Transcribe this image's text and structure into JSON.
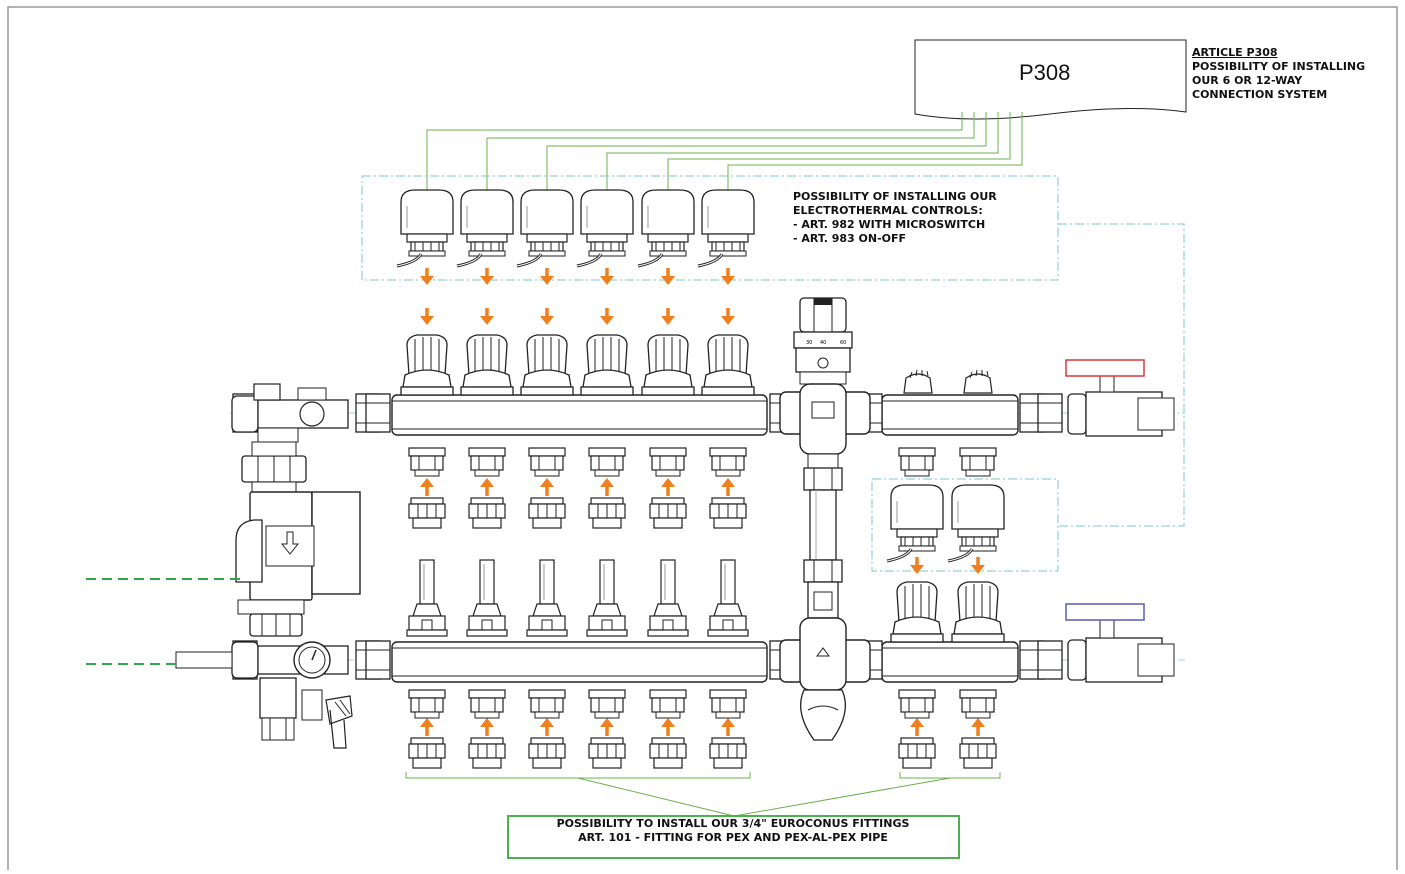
{
  "controller": {
    "model": "P308"
  },
  "article_note": {
    "title": "ARTICLE P308",
    "lines": [
      "POSSIBILITY OF INSTALLING",
      "OUR 6 OR 12-WAY",
      "CONNECTION SYSTEM"
    ]
  },
  "electrothermal_note": {
    "lines": [
      "POSSIBILITY OF INSTALLING OUR",
      "ELECTROTHERMAL CONTROLS:",
      "- ART. 982 WITH MICROSWITCH",
      "- ART. 983 ON-OFF"
    ]
  },
  "fittings_note": {
    "lines": [
      "POSSIBILITY TO INSTALL OUR 3/4\" EUROCONUS FITTINGS",
      "ART. 101 - FITTING FOR PEX AND PEX-AL-PEX PIPE"
    ]
  },
  "mixing_valve_scale": [
    "30",
    "40",
    "60"
  ],
  "colors": {
    "wire": "#6ab04c",
    "dash_frame": "#7fc4cf",
    "arrow": "#f07f1e",
    "ball_valve_red": "#d9393b",
    "ball_valve_blue": "#5a5fb8",
    "line": "#222222",
    "fittings_box": "#4caf50"
  }
}
